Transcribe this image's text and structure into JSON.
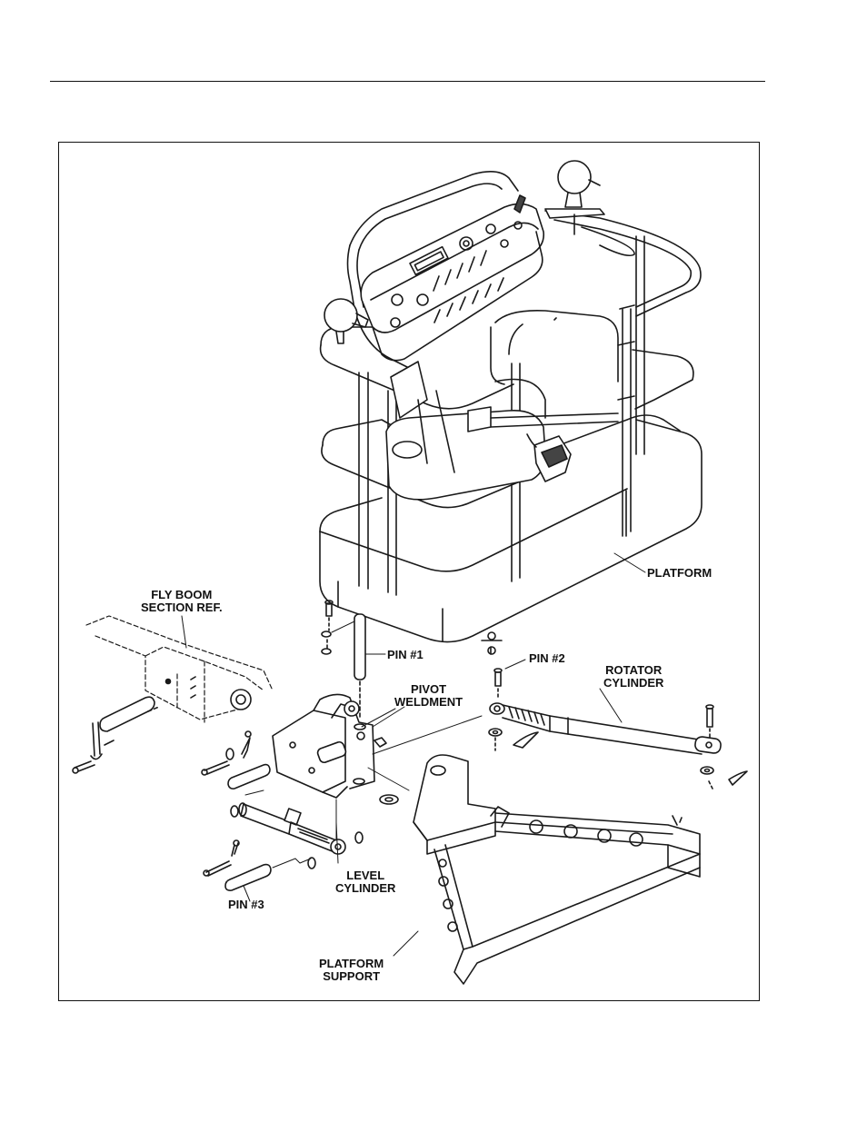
{
  "figure": {
    "labels": {
      "platform": "PLATFORM",
      "fly_boom_line1": "FLY BOOM",
      "fly_boom_line2": "SECTION REF.",
      "pin1": "PIN #1",
      "pin2": "PIN #2",
      "pin3": "PIN #3",
      "pivot_line1": "PIVOT",
      "pivot_line2": "WELDMENT",
      "rotator_line1": "ROTATOR",
      "rotator_line2": "CYLINDER",
      "level_line1": "LEVEL",
      "level_line2": "CYLINDER",
      "support_line1": "PLATFORM",
      "support_line2": "SUPPORT"
    }
  }
}
